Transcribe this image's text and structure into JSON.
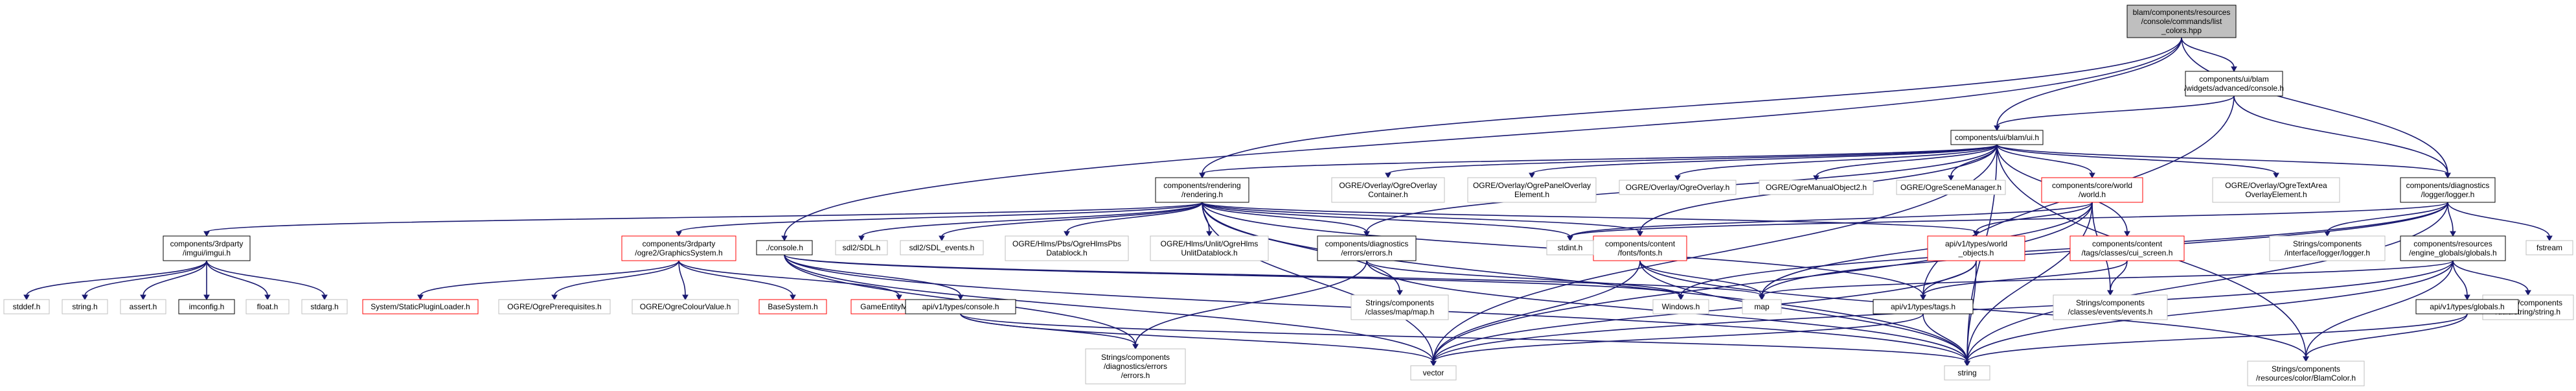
{
  "colors": {
    "edge": "#191970",
    "root_fill": "#bfbfbf",
    "documented": "#000000",
    "missing_docs": "#ff0000",
    "undocumented": "#bfbfbf",
    "text": "#000000",
    "background": "#ffffff"
  },
  "nodes": [
    {
      "id": "list_colors",
      "lines": [
        "blam/components/resources",
        "/console/commands/list",
        "_colors.hpp"
      ],
      "style": "root"
    },
    {
      "id": "console_hpp",
      "lines": [
        "components/ui/blam",
        "/widgets/advanced/console.h"
      ],
      "style": "documented"
    },
    {
      "id": "ui_h",
      "lines": [
        "components/ui/blam/ui.h"
      ],
      "style": "documented"
    },
    {
      "id": "logger_h",
      "lines": [
        "components/diagnostics",
        "/logger/logger.h"
      ],
      "style": "documented"
    },
    {
      "id": "rendering_h",
      "lines": [
        "components/rendering",
        "/rendering.h"
      ],
      "style": "documented"
    },
    {
      "id": "overlay_container",
      "lines": [
        "OGRE/Overlay/OgreOverlay",
        "Container.h"
      ],
      "style": "undocumented"
    },
    {
      "id": "overlay_panel",
      "lines": [
        "OGRE/Overlay/OgrePanelOverlay",
        "Element.h"
      ],
      "style": "undocumented"
    },
    {
      "id": "overlay_h",
      "lines": [
        "OGRE/Overlay/OgreOverlay.h"
      ],
      "style": "undocumented"
    },
    {
      "id": "manual_object",
      "lines": [
        "OGRE/OgreManualObject2.h"
      ],
      "style": "undocumented"
    },
    {
      "id": "scene_manager",
      "lines": [
        "OGRE/OgreSceneManager.h"
      ],
      "style": "undocumented"
    },
    {
      "id": "core_world",
      "lines": [
        "components/core/world",
        "/world.h"
      ],
      "style": "missing"
    },
    {
      "id": "text_area",
      "lines": [
        "OGRE/Overlay/OgreTextArea",
        "OverlayElement.h"
      ],
      "style": "undocumented"
    },
    {
      "id": "imgui_h",
      "lines": [
        "components/3rdparty",
        "/imgui/imgui.h"
      ],
      "style": "documented"
    },
    {
      "id": "graphics_system",
      "lines": [
        "components/3rdparty",
        "/ogre2/GraphicsSystem.h"
      ],
      "style": "missing"
    },
    {
      "id": "console_h",
      "lines": [
        "./console.h"
      ],
      "style": "documented"
    },
    {
      "id": "sdl_h",
      "lines": [
        "sdl2/SDL.h"
      ],
      "style": "undocumented"
    },
    {
      "id": "sdl_events",
      "lines": [
        "sdl2/SDL_events.h"
      ],
      "style": "undocumented"
    },
    {
      "id": "pbs_datablock",
      "lines": [
        "OGRE/Hlms/Pbs/OgreHlmsPbs",
        "Datablock.h"
      ],
      "style": "undocumented"
    },
    {
      "id": "unlit_datablock",
      "lines": [
        "OGRE/Hlms/Unlit/OgreHlms",
        "UnlitDatablock.h"
      ],
      "style": "undocumented"
    },
    {
      "id": "errors_h",
      "lines": [
        "components/diagnostics",
        "/errors/errors.h"
      ],
      "style": "documented"
    },
    {
      "id": "fonts_h",
      "lines": [
        "components/content",
        "/fonts/fonts.h"
      ],
      "style": "missing"
    },
    {
      "id": "stdint_h",
      "lines": [
        "stdint.h"
      ],
      "style": "undocumented"
    },
    {
      "id": "world_objects",
      "lines": [
        "api/v1/types/world",
        "_objects.h"
      ],
      "style": "missing"
    },
    {
      "id": "cui_screen",
      "lines": [
        "components/content",
        "/tags/classes/cui_screen.h"
      ],
      "style": "missing"
    },
    {
      "id": "strings_logger",
      "lines": [
        "Strings/components",
        "/interface/logger/logger.h"
      ],
      "style": "undocumented"
    },
    {
      "id": "globals_h",
      "lines": [
        "components/resources",
        "/engine_globals/globals.h"
      ],
      "style": "documented"
    },
    {
      "id": "fstream",
      "lines": [
        "fstream"
      ],
      "style": "undocumented"
    },
    {
      "id": "stddef_h",
      "lines": [
        "stddef.h"
      ],
      "style": "undocumented"
    },
    {
      "id": "string_h",
      "lines": [
        "string.h"
      ],
      "style": "undocumented"
    },
    {
      "id": "assert_h",
      "lines": [
        "assert.h"
      ],
      "style": "undocumented"
    },
    {
      "id": "imconfig_h",
      "lines": [
        "imconfig.h"
      ],
      "style": "documented"
    },
    {
      "id": "float_h",
      "lines": [
        "float.h"
      ],
      "style": "undocumented"
    },
    {
      "id": "stdarg_h",
      "lines": [
        "stdarg.h"
      ],
      "style": "undocumented"
    },
    {
      "id": "static_plugin",
      "lines": [
        "System/StaticPluginLoader.h"
      ],
      "style": "missing"
    },
    {
      "id": "ogre_prereq",
      "lines": [
        "OGRE/OgrePrerequisites.h"
      ],
      "style": "undocumented"
    },
    {
      "id": "colour_value",
      "lines": [
        "OGRE/OgreColourValue.h"
      ],
      "style": "undocumented"
    },
    {
      "id": "base_system",
      "lines": [
        "BaseSystem.h"
      ],
      "style": "missing"
    },
    {
      "id": "game_entity",
      "lines": [
        "GameEntityManager.h"
      ],
      "style": "missing"
    },
    {
      "id": "api_console",
      "lines": [
        "api/v1/types/console.h"
      ],
      "style": "documented"
    },
    {
      "id": "strings_map",
      "lines": [
        "Strings/components",
        "/classes/map/map.h"
      ],
      "style": "undocumented"
    },
    {
      "id": "windows_h",
      "lines": [
        "Windows.h"
      ],
      "style": "undocumented"
    },
    {
      "id": "map",
      "lines": [
        "map"
      ],
      "style": "undocumented"
    },
    {
      "id": "tags_h",
      "lines": [
        "api/v1/types/tags.h"
      ],
      "style": "documented"
    },
    {
      "id": "strings_events",
      "lines": [
        "Strings/components",
        "/classes/events/events.h"
      ],
      "style": "undocumented"
    },
    {
      "id": "strings_string",
      "lines": [
        "Strings/components",
        "/utils/string/string.h"
      ],
      "style": "undocumented"
    },
    {
      "id": "api_globals",
      "lines": [
        "api/v1/types/globals.h"
      ],
      "style": "documented"
    },
    {
      "id": "strings_errors",
      "lines": [
        "Strings/components",
        "/diagnostics/errors",
        "/errors.h"
      ],
      "style": "undocumented"
    },
    {
      "id": "vector",
      "lines": [
        "vector"
      ],
      "style": "undocumented"
    },
    {
      "id": "string",
      "lines": [
        "string"
      ],
      "style": "undocumented"
    },
    {
      "id": "blam_color",
      "lines": [
        "Strings/components",
        "/resources/color/BlamColor.h"
      ],
      "style": "undocumented"
    }
  ],
  "edges": [
    [
      "list_colors",
      "console_hpp"
    ],
    [
      "list_colors",
      "ui_h"
    ],
    [
      "list_colors",
      "logger_h"
    ],
    [
      "list_colors",
      "rendering_h"
    ],
    [
      "list_colors",
      "console_h"
    ],
    [
      "console_hpp",
      "ui_h"
    ],
    [
      "console_hpp",
      "logger_h"
    ],
    [
      "console_hpp",
      "tags_h"
    ],
    [
      "ui_h",
      "rendering_h"
    ],
    [
      "ui_h",
      "overlay_container"
    ],
    [
      "ui_h",
      "overlay_panel"
    ],
    [
      "ui_h",
      "overlay_h"
    ],
    [
      "ui_h",
      "manual_object"
    ],
    [
      "ui_h",
      "scene_manager"
    ],
    [
      "ui_h",
      "core_world"
    ],
    [
      "ui_h",
      "text_area"
    ],
    [
      "ui_h",
      "logger_h"
    ],
    [
      "ui_h",
      "errors_h"
    ],
    [
      "ui_h",
      "fonts_h"
    ],
    [
      "ui_h",
      "cui_screen"
    ],
    [
      "ui_h",
      "vector"
    ],
    [
      "ui_h",
      "string"
    ],
    [
      "ui_h",
      "blam_color"
    ],
    [
      "logger_h",
      "strings_logger"
    ],
    [
      "logger_h",
      "globals_h"
    ],
    [
      "logger_h",
      "fstream"
    ],
    [
      "logger_h",
      "stdint_h"
    ],
    [
      "logger_h",
      "windows_h"
    ],
    [
      "logger_h",
      "string"
    ],
    [
      "logger_h",
      "map"
    ],
    [
      "rendering_h",
      "imgui_h"
    ],
    [
      "rendering_h",
      "graphics_system"
    ],
    [
      "rendering_h",
      "sdl_h"
    ],
    [
      "rendering_h",
      "sdl_events"
    ],
    [
      "rendering_h",
      "pbs_datablock"
    ],
    [
      "rendering_h",
      "unlit_datablock"
    ],
    [
      "rendering_h",
      "errors_h"
    ],
    [
      "rendering_h",
      "fonts_h"
    ],
    [
      "rendering_h",
      "stdint_h"
    ],
    [
      "rendering_h",
      "world_objects"
    ],
    [
      "rendering_h",
      "tags_h"
    ],
    [
      "rendering_h",
      "vector"
    ],
    [
      "rendering_h",
      "string"
    ],
    [
      "rendering_h",
      "strings_map"
    ],
    [
      "core_world",
      "world_objects"
    ],
    [
      "core_world",
      "strings_events"
    ],
    [
      "core_world",
      "vector"
    ],
    [
      "core_world",
      "string"
    ],
    [
      "core_world",
      "map"
    ],
    [
      "core_world",
      "stdint_h"
    ],
    [
      "imgui_h",
      "stddef_h"
    ],
    [
      "imgui_h",
      "string_h"
    ],
    [
      "imgui_h",
      "assert_h"
    ],
    [
      "imgui_h",
      "imconfig_h"
    ],
    [
      "imgui_h",
      "float_h"
    ],
    [
      "imgui_h",
      "stdarg_h"
    ],
    [
      "graphics_system",
      "static_plugin"
    ],
    [
      "graphics_system",
      "ogre_prereq"
    ],
    [
      "graphics_system",
      "colour_value"
    ],
    [
      "graphics_system",
      "base_system"
    ],
    [
      "graphics_system",
      "game_entity"
    ],
    [
      "console_h",
      "api_console"
    ],
    [
      "console_h",
      "strings_errors"
    ],
    [
      "console_h",
      "vector"
    ],
    [
      "console_h",
      "map"
    ],
    [
      "console_h",
      "string"
    ],
    [
      "console_h",
      "windows_h"
    ],
    [
      "errors_h",
      "strings_errors"
    ],
    [
      "errors_h",
      "windows_h"
    ],
    [
      "errors_h",
      "string"
    ],
    [
      "fonts_h",
      "map"
    ],
    [
      "fonts_h",
      "vector"
    ],
    [
      "fonts_h",
      "string"
    ],
    [
      "fonts_h",
      "blam_color"
    ],
    [
      "world_objects",
      "tags_h"
    ],
    [
      "world_objects",
      "vector"
    ],
    [
      "world_objects",
      "string"
    ],
    [
      "cui_screen",
      "tags_h"
    ],
    [
      "cui_screen",
      "strings_events"
    ],
    [
      "globals_h",
      "api_globals"
    ],
    [
      "globals_h",
      "strings_string"
    ],
    [
      "globals_h",
      "map"
    ],
    [
      "globals_h",
      "vector"
    ],
    [
      "globals_h",
      "string"
    ],
    [
      "globals_h",
      "blam_color"
    ],
    [
      "api_console",
      "strings_errors"
    ],
    [
      "api_console",
      "vector"
    ],
    [
      "api_console",
      "string"
    ],
    [
      "tags_h",
      "vector"
    ],
    [
      "tags_h",
      "string"
    ],
    [
      "api_globals",
      "string"
    ],
    [
      "api_globals",
      "blam_color"
    ]
  ]
}
